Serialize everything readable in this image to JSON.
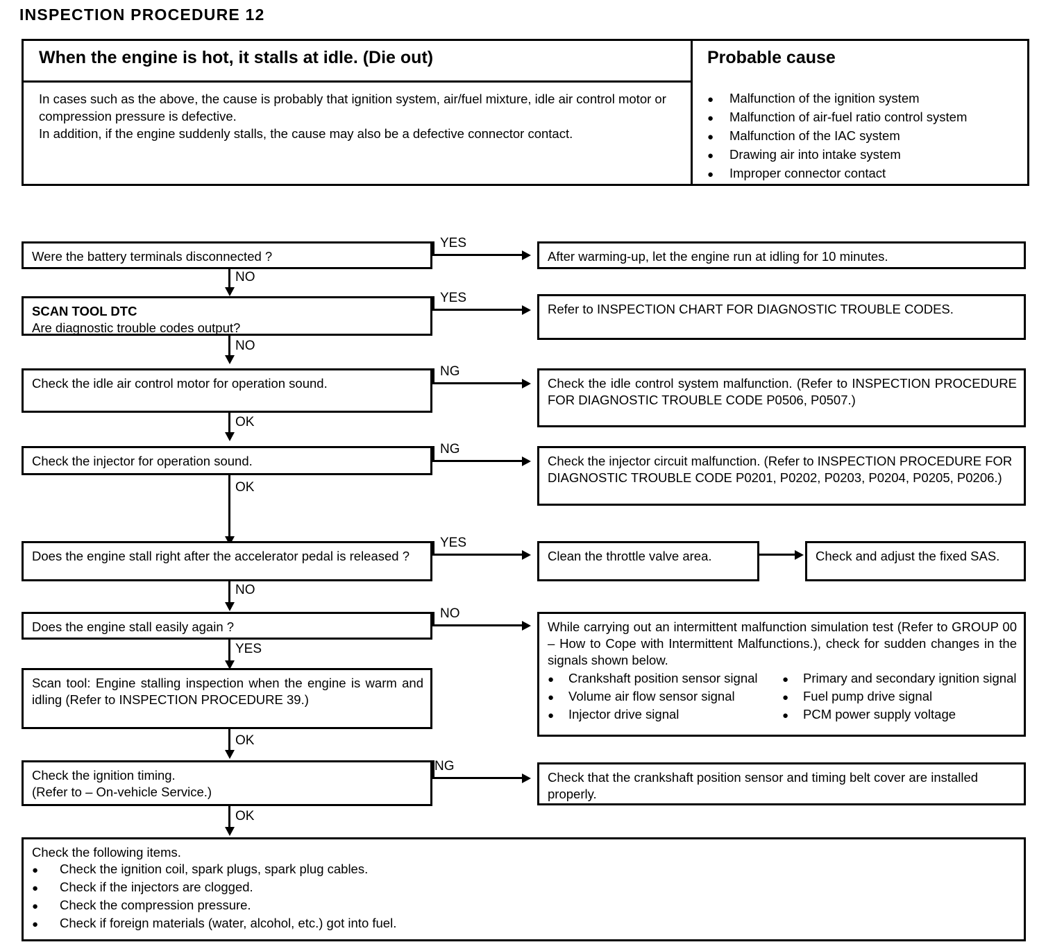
{
  "page_title": "INSPECTION PROCEDURE 12",
  "symptom_table": {
    "symptom_heading": "When the engine is hot, it stalls at idle. (Die out)",
    "cause_heading": "Probable cause",
    "description_line1": "In cases such as the above, the cause is probably that ignition system, air/fuel mixture, idle air control motor or compression pressure is defective.",
    "description_line2": "In addition, if the engine suddenly stalls, the cause may also be a defective connector contact.",
    "causes": [
      "Malfunction of the ignition system",
      "Malfunction of air-fuel ratio control system",
      "Malfunction of the IAC system",
      "Drawing air into intake system",
      "Improper connector contact"
    ]
  },
  "flow": {
    "step1": {
      "question": "Were the battery terminals disconnected ?",
      "branch_yes": "YES",
      "branch_no": "NO",
      "result": "After warming-up, let the engine run at idling for 10 minutes."
    },
    "step2": {
      "title": "SCAN TOOL DTC",
      "question": "Are diagnostic trouble codes output?",
      "branch_yes": "YES",
      "branch_no": "NO",
      "result": "Refer to INSPECTION CHART FOR DIAGNOSTIC TROUBLE CODES."
    },
    "step3": {
      "question": "Check the idle air control motor for operation sound.",
      "branch_ng": "NG",
      "branch_ok": "OK",
      "result": "Check the idle control system malfunction. (Refer to INSPECTION PROCEDURE FOR DIAGNOSTIC TROUBLE CODE P0506, P0507.)"
    },
    "step4": {
      "question": "Check the injector for operation sound.",
      "branch_ng": "NG",
      "branch_ok": "OK",
      "result": "Check the injector circuit malfunction. (Refer to INSPECTION PROCEDURE FOR DIAGNOSTIC TROUBLE CODE P0201, P0202, P0203, P0204, P0205, P0206.)"
    },
    "step5": {
      "question": "Does the engine stall right after the accelerator pedal is released ?",
      "branch_yes": "YES",
      "branch_no": "NO",
      "result_a": "Clean the throttle valve area.",
      "result_b": "Check and adjust the fixed SAS."
    },
    "step6": {
      "question": "Does the engine stall easily again ?",
      "branch_no": "NO",
      "branch_yes": "YES",
      "result_intro": "While carrying out an intermittent malfunction simulation test (Refer to GROUP 00 – How to Cope with Intermittent Malfunctions.), check for sudden changes in the signals shown below.",
      "result_signals_left": [
        "Crankshaft position sensor signal",
        "Volume air flow sensor signal",
        "Injector drive signal"
      ],
      "result_signals_right": [
        "Primary and secondary ignition signal",
        "Fuel pump drive signal",
        "PCM power supply voltage"
      ]
    },
    "step7": {
      "text": "Scan tool: Engine stalling inspection when the engine is warm and idling (Refer to INSPECTION PROCEDURE 39.)",
      "branch_ok": "OK"
    },
    "step8": {
      "line1": "Check the ignition timing.",
      "line2": "(Refer to  – On-vehicle Service.)",
      "branch_ng": "NG",
      "branch_ok": "OK",
      "result": "Check that the crankshaft position sensor and timing belt cover are installed properly."
    },
    "step9": {
      "intro": "Check the following items.",
      "items": [
        "Check the ignition coil, spark plugs, spark plug cables.",
        "Check if the injectors are clogged.",
        "Check the compression pressure.",
        "Check if foreign materials (water, alcohol, etc.) got into fuel."
      ]
    }
  },
  "bullet_glyph": "●"
}
